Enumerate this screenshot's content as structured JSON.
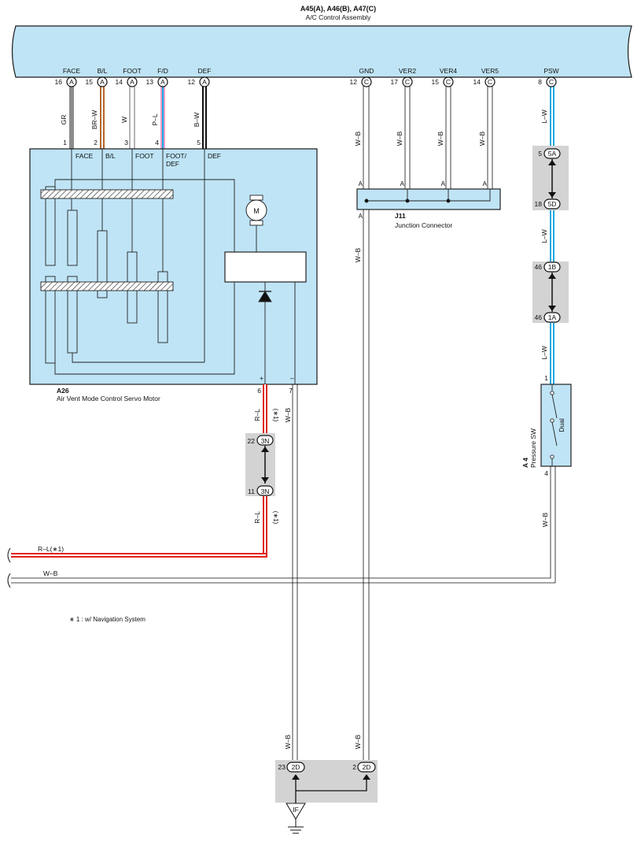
{
  "colors": {
    "panel": "#bfe4f6",
    "panel_stroke": "#1a1a1a",
    "gray_box": "#d3d3d3",
    "wire_red": "#e2231a",
    "wire_cyan": "#19a9e0",
    "wire_brown": "#b5662a",
    "wire_pink": "#e89cc8",
    "wire_gray": "#8c8c8c",
    "wire_black": "#111111"
  },
  "assembly": {
    "title": "A45(A), A46(B), A47(C)",
    "subtitle": "A/C Control Assembly"
  },
  "assembly_pins": [
    {
      "name": "FACE",
      "num": "16",
      "conn": "A"
    },
    {
      "name": "B/L",
      "num": "15",
      "conn": "A"
    },
    {
      "name": "FOOT",
      "num": "14",
      "conn": "A"
    },
    {
      "name": "F/D",
      "num": "13",
      "conn": "A"
    },
    {
      "name": "DEF",
      "num": "12",
      "conn": "A"
    },
    {
      "name": "GND",
      "num": "12",
      "conn": "C"
    },
    {
      "name": "VER2",
      "num": "17",
      "conn": "C"
    },
    {
      "name": "VER4",
      "num": "15",
      "conn": "C"
    },
    {
      "name": "VER5",
      "num": "14",
      "conn": "C"
    },
    {
      "name": "PSW",
      "num": "8",
      "conn": "C"
    }
  ],
  "wire_colors": {
    "face": "GR",
    "bl": "BR–W",
    "foot": "W",
    "fd": "P–L",
    "def": "B–W",
    "gnd": "W–B",
    "ver2": "W–B",
    "ver4": "W–B",
    "ver5": "W–B",
    "psw1": "L–W",
    "psw2": "L–W",
    "psw3": "L–W",
    "servo_plus": "R–L",
    "servo_minus": "W–B",
    "servo_plus_note": "(∗1)",
    "rl_lower": "R–L",
    "rl_lower_note": "(∗1)",
    "gnd_lower": "W–B",
    "servo_minus_lower": "W–B",
    "sw_out": "W–B",
    "left_rl": "R–L(∗1)",
    "left_wb": "W–B"
  },
  "servo": {
    "code": "A26",
    "name": "Air Vent Mode Control Servo Motor",
    "pin_nums": [
      "1",
      "2",
      "3",
      "4",
      "5"
    ],
    "pin_labels": [
      "FACE",
      "B/L",
      "FOOT",
      "FOOT/",
      "DEF",
      "DEF"
    ],
    "plus": "+",
    "minus": "–",
    "pin_plus": "6",
    "pin_minus": "7",
    "motor": "M"
  },
  "junction": {
    "code": "J11",
    "name": "Junction Connector",
    "pins": [
      "A",
      "A",
      "A",
      "A",
      "A"
    ]
  },
  "connectors": {
    "c5a_num": "5",
    "c5a": "5A",
    "c5d_num": "18",
    "c5d": "5D",
    "c1b_num": "46",
    "c1b": "1B",
    "c1a_num": "46",
    "c1a": "1A",
    "c3n_top_num": "22",
    "c3n_top": "3N",
    "c3n_bot_num": "11",
    "c3n_bot": "3N",
    "c2d_left_num": "23",
    "c2d_left": "2D",
    "c2d_right_num": "2",
    "c2d_right": "2D"
  },
  "pressure_sw": {
    "code": "A 4",
    "name": "Pressure SW",
    "inner": "Dual",
    "pin_top": "1",
    "pin_bot": "4"
  },
  "ground": {
    "label": "IF"
  },
  "note": "∗ 1 : w/ Navigation System"
}
